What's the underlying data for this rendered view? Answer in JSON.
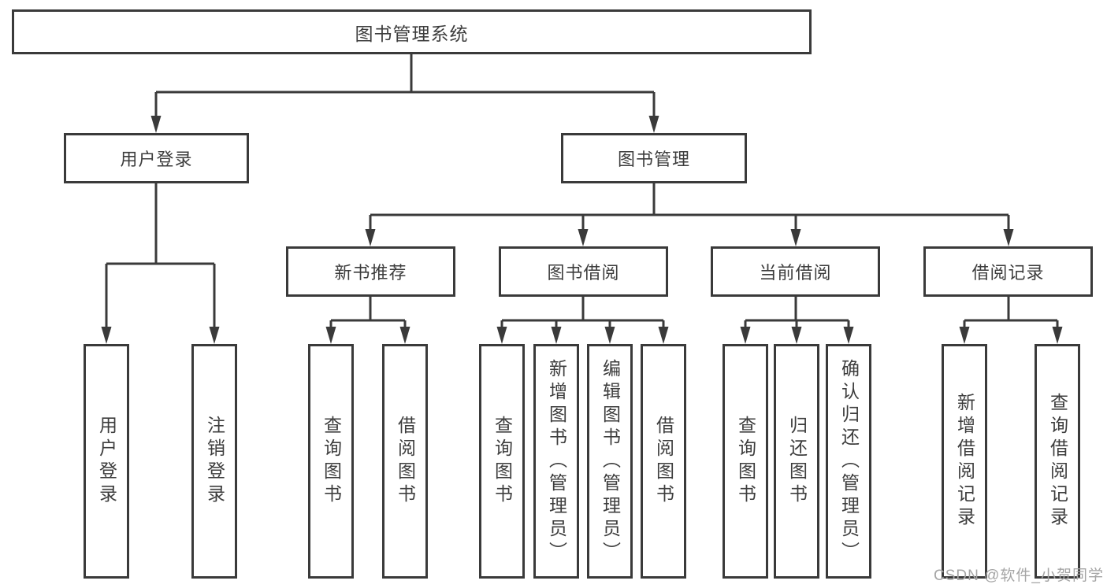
{
  "diagram": {
    "title": "图书管理系统",
    "nodes": {
      "root": "图书管理系统",
      "user_login": "用户登录",
      "book_mgmt": "图书管理",
      "new_book_rec": "新书推荐",
      "book_borrow": "图书借阅",
      "current_borrow": "当前借阅",
      "borrow_records": "借阅记录",
      "leaves": {
        "user_login": [
          "用户登录",
          "注销登录"
        ],
        "new_book_rec": [
          "查询图书",
          "借阅图书"
        ],
        "book_borrow": [
          "查询图书",
          "新增图书（管理员）",
          "编辑图书（管理员）",
          "借阅图书"
        ],
        "current_borrow": [
          "查询图书",
          "归还图书",
          "确认归还（管理员）"
        ],
        "borrow_records": [
          "新增借阅记录",
          "查询借阅记录"
        ]
      }
    }
  },
  "watermark": {
    "text": "CSDN @软件_小贺同学"
  },
  "colors": {
    "line": "#3a3a3a",
    "box_border": "#3a3a3a",
    "text": "#3d3d3d",
    "watermark": "#a5a5a5",
    "background": "#ffffff"
  }
}
